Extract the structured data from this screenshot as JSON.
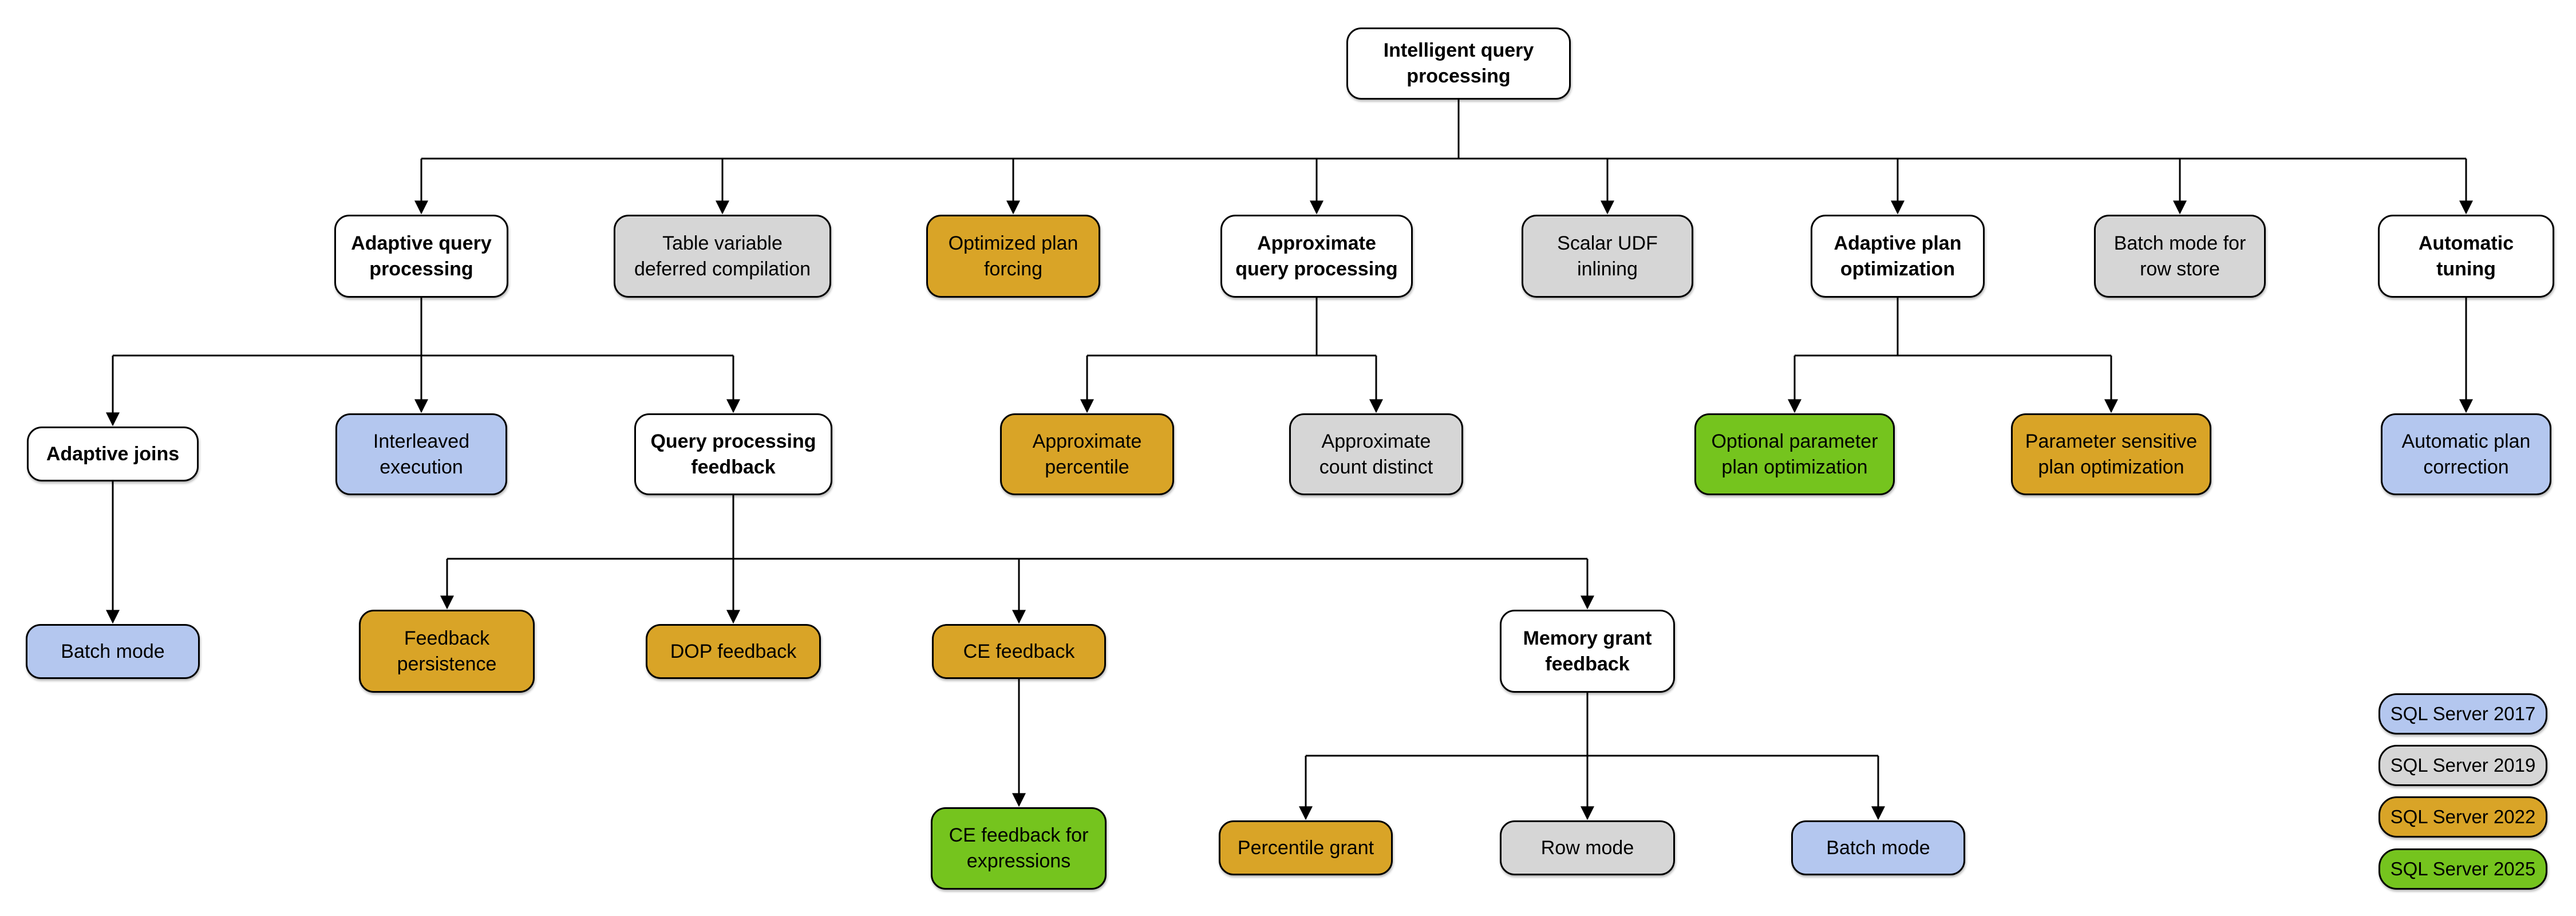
{
  "palette": {
    "none": "#ffffff",
    "sql2017": "#b4c7ef",
    "sql2019": "#d6d6d6",
    "sql2022": "#d9a427",
    "sql2025": "#75c41e"
  },
  "nodes": {
    "root": {
      "label": "Intelligent query\nprocessing",
      "version": "none"
    },
    "adaptive_query_processing": {
      "label": "Adaptive query\nprocessing",
      "version": "none"
    },
    "table_variable_deferred_compilation": {
      "label": "Table variable\ndeferred compilation",
      "version": "sql2019"
    },
    "optimized_plan_forcing": {
      "label": "Optimized plan\nforcing",
      "version": "sql2022"
    },
    "approximate_query_processing": {
      "label": "Approximate\nquery processing",
      "version": "none"
    },
    "scalar_udf_inlining": {
      "label": "Scalar UDF\ninlining",
      "version": "sql2019"
    },
    "adaptive_plan_optimization": {
      "label": "Adaptive plan\noptimization",
      "version": "none"
    },
    "batch_mode_for_row_store": {
      "label": "Batch mode for\nrow store",
      "version": "sql2019"
    },
    "automatic_tuning": {
      "label": "Automatic\ntuning",
      "version": "none"
    },
    "adaptive_joins": {
      "label": "Adaptive joins",
      "version": "none"
    },
    "interleaved_execution": {
      "label": "Interleaved\nexecution",
      "version": "sql2017"
    },
    "query_processing_feedback": {
      "label": "Query processing\nfeedback",
      "version": "none"
    },
    "approximate_percentile": {
      "label": "Approximate\npercentile",
      "version": "sql2022"
    },
    "approximate_count_distinct": {
      "label": "Approximate\ncount distinct",
      "version": "sql2019"
    },
    "optional_parameter_plan_optimization": {
      "label": "Optional parameter\nplan optimization",
      "version": "sql2025"
    },
    "parameter_sensitive_plan_optimization": {
      "label": "Parameter sensitive\nplan optimization",
      "version": "sql2022"
    },
    "automatic_plan_correction": {
      "label": "Automatic plan\ncorrection",
      "version": "sql2017"
    },
    "batch_mode_adaptive_joins": {
      "label": "Batch mode",
      "version": "sql2017"
    },
    "feedback_persistence": {
      "label": "Feedback\npersistence",
      "version": "sql2022"
    },
    "dop_feedback": {
      "label": "DOP feedback",
      "version": "sql2022"
    },
    "ce_feedback": {
      "label": "CE feedback",
      "version": "sql2022"
    },
    "memory_grant_feedback": {
      "label": "Memory grant\nfeedback",
      "version": "none"
    },
    "ce_feedback_for_expressions": {
      "label": "CE feedback for\nexpressions",
      "version": "sql2025"
    },
    "percentile_grant": {
      "label": "Percentile grant",
      "version": "sql2022"
    },
    "row_mode": {
      "label": "Row mode",
      "version": "sql2019"
    },
    "batch_mode_memory_grant": {
      "label": "Batch mode",
      "version": "sql2017"
    }
  },
  "legend": {
    "items": [
      {
        "label": "SQL Server 2017",
        "version": "sql2017"
      },
      {
        "label": "SQL Server 2019",
        "version": "sql2019"
      },
      {
        "label": "SQL Server 2022",
        "version": "sql2022"
      },
      {
        "label": "SQL Server 2025",
        "version": "sql2025"
      }
    ]
  }
}
